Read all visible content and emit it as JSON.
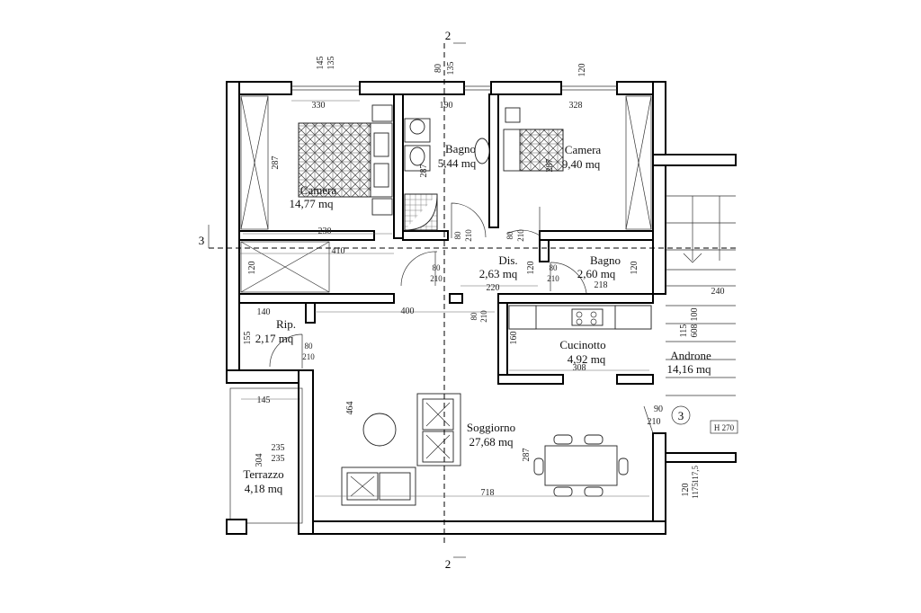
{
  "rooms": [
    {
      "name": "Camera",
      "area": "14,77 mq"
    },
    {
      "name": "Bagno",
      "area": "5,44 mq"
    },
    {
      "name": "Camera",
      "area": "9,40 mq"
    },
    {
      "name": "Dis.",
      "area": "2,63 mq"
    },
    {
      "name": "Bagno",
      "area": "2,60 mq"
    },
    {
      "name": "Rip.",
      "area": "2,17 mq"
    },
    {
      "name": "Cucinotto",
      "area": "4,92 mq"
    },
    {
      "name": "Androne",
      "area": "14,16 mq"
    },
    {
      "name": "Soggiorno",
      "area": "27,68 mq"
    },
    {
      "name": "Terrazzo",
      "area": "4,18 mq"
    }
  ],
  "dimensions": {
    "d330": "330",
    "d190": "190",
    "d328": "328",
    "d287a": "287",
    "d287b": "287",
    "d287c": "287",
    "d287d": "287",
    "d230": "230",
    "d410": "410",
    "d120a": "120",
    "d120b": "120",
    "d120c": "120",
    "d220": "220",
    "d218": "218",
    "d400": "400",
    "d140": "140",
    "d155": "155",
    "d160": "160",
    "d308": "308",
    "d145a": "145",
    "d145b": "145",
    "d135a": "135",
    "d135b": "135",
    "d80a": "80",
    "d120d": "120",
    "d304": "304",
    "d235a": "235",
    "d235b": "235",
    "d464": "464",
    "d718": "718",
    "d240": "240",
    "d115": "115",
    "d100": "100",
    "d608": "608",
    "d90": "90",
    "d210z": "210",
    "d120e": "120",
    "d1175": "1175",
    "d1175b": "117,5",
    "h270": "H 270"
  },
  "doors": {
    "w80": "80",
    "h210": "210"
  },
  "sections": {
    "s2top": "2",
    "s2bot": "2",
    "s3": "3",
    "entry": "3"
  }
}
